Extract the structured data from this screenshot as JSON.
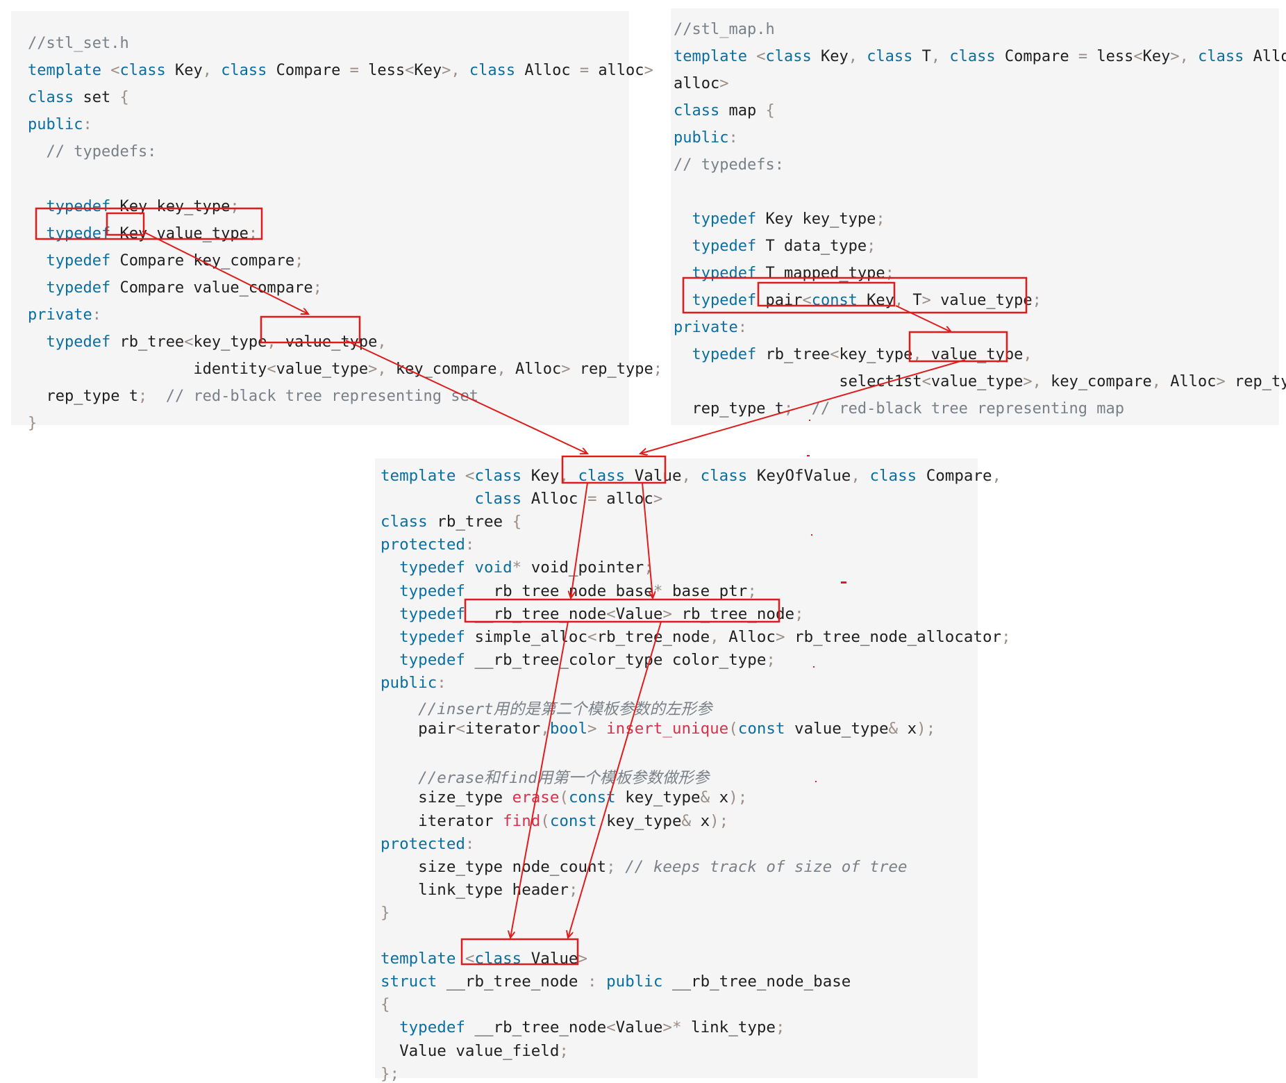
{
  "set_panel": {
    "lines": [
      [
        {
          "t": "//stl_set.h",
          "c": "cm"
        }
      ],
      [
        {
          "t": "template ",
          "c": "kw"
        },
        {
          "t": "<",
          "c": "pn"
        },
        {
          "t": "class",
          "c": "kw"
        },
        {
          "t": " Key",
          "c": "tx"
        },
        {
          "t": ", ",
          "c": "pn"
        },
        {
          "t": "class",
          "c": "kw"
        },
        {
          "t": " Compare ",
          "c": "tx"
        },
        {
          "t": "=",
          "c": "pn"
        },
        {
          "t": " less",
          "c": "tx"
        },
        {
          "t": "<",
          "c": "pn"
        },
        {
          "t": "Key",
          "c": "tx"
        },
        {
          "t": ">, ",
          "c": "pn"
        },
        {
          "t": "class",
          "c": "kw"
        },
        {
          "t": " Alloc ",
          "c": "tx"
        },
        {
          "t": "=",
          "c": "pn"
        },
        {
          "t": " alloc",
          "c": "tx"
        },
        {
          "t": ">",
          "c": "pn"
        }
      ],
      [
        {
          "t": "class",
          "c": "kw"
        },
        {
          "t": " set ",
          "c": "tx"
        },
        {
          "t": "{",
          "c": "pn"
        }
      ],
      [
        {
          "t": "public",
          "c": "kw"
        },
        {
          "t": ":",
          "c": "pn"
        }
      ],
      [
        {
          "t": "  // typedefs:",
          "c": "cm"
        }
      ],
      [],
      [
        {
          "t": "  typedef",
          "c": "kw"
        },
        {
          "t": " Key key_type",
          "c": "tx"
        },
        {
          "t": ";",
          "c": "pn"
        }
      ],
      [
        {
          "t": "  typedef",
          "c": "kw"
        },
        {
          "t": " Key value_type",
          "c": "tx"
        },
        {
          "t": ";",
          "c": "pn"
        }
      ],
      [
        {
          "t": "  typedef",
          "c": "kw"
        },
        {
          "t": " Compare key_compare",
          "c": "tx"
        },
        {
          "t": ";",
          "c": "pn"
        }
      ],
      [
        {
          "t": "  typedef",
          "c": "kw"
        },
        {
          "t": " Compare value_compare",
          "c": "tx"
        },
        {
          "t": ";",
          "c": "pn"
        }
      ],
      [
        {
          "t": "private",
          "c": "kw"
        },
        {
          "t": ":",
          "c": "pn"
        }
      ],
      [
        {
          "t": "  typedef",
          "c": "kw"
        },
        {
          "t": " rb_tree",
          "c": "tx"
        },
        {
          "t": "<",
          "c": "pn"
        },
        {
          "t": "key_type",
          "c": "tx"
        },
        {
          "t": ", ",
          "c": "pn"
        },
        {
          "t": "value_type",
          "c": "tx"
        },
        {
          "t": ",",
          "c": "pn"
        }
      ],
      [
        {
          "t": "                  identity",
          "c": "tx"
        },
        {
          "t": "<",
          "c": "pn"
        },
        {
          "t": "value_type",
          "c": "tx"
        },
        {
          "t": ">, ",
          "c": "pn"
        },
        {
          "t": "key_compare",
          "c": "tx"
        },
        {
          "t": ", ",
          "c": "pn"
        },
        {
          "t": "Alloc",
          "c": "tx"
        },
        {
          "t": ">",
          "c": "pn"
        },
        {
          "t": " rep_type",
          "c": "tx"
        },
        {
          "t": ";",
          "c": "pn"
        }
      ],
      [
        {
          "t": "  rep_type t",
          "c": "tx"
        },
        {
          "t": ";",
          "c": "pn"
        },
        {
          "t": "  // red-black tree representing set",
          "c": "cm"
        }
      ],
      [
        {
          "t": "}",
          "c": "pn"
        }
      ]
    ]
  },
  "map_panel": {
    "lines": [
      [
        {
          "t": "//stl_map.h",
          "c": "cm"
        }
      ],
      [
        {
          "t": "template ",
          "c": "kw"
        },
        {
          "t": "<",
          "c": "pn"
        },
        {
          "t": "class",
          "c": "kw"
        },
        {
          "t": " Key",
          "c": "tx"
        },
        {
          "t": ", ",
          "c": "pn"
        },
        {
          "t": "class",
          "c": "kw"
        },
        {
          "t": " T",
          "c": "tx"
        },
        {
          "t": ", ",
          "c": "pn"
        },
        {
          "t": "class",
          "c": "kw"
        },
        {
          "t": " Compare ",
          "c": "tx"
        },
        {
          "t": "=",
          "c": "pn"
        },
        {
          "t": " less",
          "c": "tx"
        },
        {
          "t": "<",
          "c": "pn"
        },
        {
          "t": "Key",
          "c": "tx"
        },
        {
          "t": ">, ",
          "c": "pn"
        },
        {
          "t": "class",
          "c": "kw"
        },
        {
          "t": " Alloc ",
          "c": "tx"
        },
        {
          "t": "=",
          "c": "pn"
        }
      ],
      [
        {
          "t": "alloc",
          "c": "tx"
        },
        {
          "t": ">",
          "c": "pn"
        }
      ],
      [
        {
          "t": "class",
          "c": "kw"
        },
        {
          "t": " map ",
          "c": "tx"
        },
        {
          "t": "{",
          "c": "pn"
        }
      ],
      [
        {
          "t": "public",
          "c": "kw"
        },
        {
          "t": ":",
          "c": "pn"
        }
      ],
      [
        {
          "t": "// typedefs:",
          "c": "cm"
        }
      ],
      [],
      [
        {
          "t": "  typedef",
          "c": "kw"
        },
        {
          "t": " Key key_type",
          "c": "tx"
        },
        {
          "t": ";",
          "c": "pn"
        }
      ],
      [
        {
          "t": "  typedef",
          "c": "kw"
        },
        {
          "t": " T data_type",
          "c": "tx"
        },
        {
          "t": ";",
          "c": "pn"
        }
      ],
      [
        {
          "t": "  typedef",
          "c": "kw"
        },
        {
          "t": " T mapped_type",
          "c": "tx"
        },
        {
          "t": ";",
          "c": "pn"
        }
      ],
      [
        {
          "t": "  typedef",
          "c": "kw"
        },
        {
          "t": " pair",
          "c": "tx"
        },
        {
          "t": "<",
          "c": "pn"
        },
        {
          "t": "const",
          "c": "kw"
        },
        {
          "t": " Key",
          "c": "tx"
        },
        {
          "t": ", ",
          "c": "pn"
        },
        {
          "t": "T",
          "c": "tx"
        },
        {
          "t": ">",
          "c": "pn"
        },
        {
          "t": " value_type",
          "c": "tx"
        },
        {
          "t": ";",
          "c": "pn"
        }
      ],
      [
        {
          "t": "private",
          "c": "kw"
        },
        {
          "t": ":",
          "c": "pn"
        }
      ],
      [
        {
          "t": "  typedef",
          "c": "kw"
        },
        {
          "t": " rb_tree",
          "c": "tx"
        },
        {
          "t": "<",
          "c": "pn"
        },
        {
          "t": "key_type",
          "c": "tx"
        },
        {
          "t": ", ",
          "c": "pn"
        },
        {
          "t": "value_type",
          "c": "tx"
        },
        {
          "t": ",",
          "c": "pn"
        }
      ],
      [
        {
          "t": "                  select1st",
          "c": "tx"
        },
        {
          "t": "<",
          "c": "pn"
        },
        {
          "t": "value_type",
          "c": "tx"
        },
        {
          "t": ">, ",
          "c": "pn"
        },
        {
          "t": "key_compare",
          "c": "tx"
        },
        {
          "t": ", ",
          "c": "pn"
        },
        {
          "t": "Alloc",
          "c": "tx"
        },
        {
          "t": ">",
          "c": "pn"
        },
        {
          "t": " rep_type",
          "c": "tx"
        },
        {
          "t": ";",
          "c": "pn"
        }
      ],
      [
        {
          "t": "  rep_type t",
          "c": "tx"
        },
        {
          "t": ";",
          "c": "pn"
        },
        {
          "t": "  // red-black tree representing map",
          "c": "cm"
        }
      ]
    ]
  },
  "tree_panel": {
    "lines": [
      [
        {
          "t": "template ",
          "c": "kw"
        },
        {
          "t": "<",
          "c": "pn"
        },
        {
          "t": "class",
          "c": "kw"
        },
        {
          "t": " Key",
          "c": "tx"
        },
        {
          "t": ", ",
          "c": "pn"
        },
        {
          "t": "class",
          "c": "kw"
        },
        {
          "t": " Value",
          "c": "tx"
        },
        {
          "t": ", ",
          "c": "pn"
        },
        {
          "t": "class",
          "c": "kw"
        },
        {
          "t": " KeyOfValue",
          "c": "tx"
        },
        {
          "t": ", ",
          "c": "pn"
        },
        {
          "t": "class",
          "c": "kw"
        },
        {
          "t": " Compare",
          "c": "tx"
        },
        {
          "t": ",",
          "c": "pn"
        }
      ],
      [
        {
          "t": "          class",
          "c": "kw"
        },
        {
          "t": " Alloc ",
          "c": "tx"
        },
        {
          "t": "=",
          "c": "pn"
        },
        {
          "t": " alloc",
          "c": "tx"
        },
        {
          "t": ">",
          "c": "pn"
        }
      ],
      [
        {
          "t": "class",
          "c": "kw"
        },
        {
          "t": " rb_tree ",
          "c": "tx"
        },
        {
          "t": "{",
          "c": "pn"
        }
      ],
      [
        {
          "t": "protected",
          "c": "kw"
        },
        {
          "t": ":",
          "c": "pn"
        }
      ],
      [
        {
          "t": "  typedef",
          "c": "kw"
        },
        {
          "t": " void",
          "c": "kw"
        },
        {
          "t": "*",
          "c": "pn"
        },
        {
          "t": " void_pointer",
          "c": "tx"
        },
        {
          "t": ";",
          "c": "pn"
        }
      ],
      [
        {
          "t": "  typedef",
          "c": "kw"
        },
        {
          "t": " __rb_tree_node_base",
          "c": "tx"
        },
        {
          "t": "*",
          "c": "pn"
        },
        {
          "t": " base_ptr",
          "c": "tx"
        },
        {
          "t": ";",
          "c": "pn"
        }
      ],
      [
        {
          "t": "  typedef",
          "c": "kw"
        },
        {
          "t": " __rb_tree_node",
          "c": "tx"
        },
        {
          "t": "<",
          "c": "pn"
        },
        {
          "t": "Value",
          "c": "tx"
        },
        {
          "t": ">",
          "c": "pn"
        },
        {
          "t": " rb_tree_node",
          "c": "tx"
        },
        {
          "t": ";",
          "c": "pn"
        }
      ],
      [
        {
          "t": "  typedef",
          "c": "kw"
        },
        {
          "t": " simple_alloc",
          "c": "tx"
        },
        {
          "t": "<",
          "c": "pn"
        },
        {
          "t": "rb_tree_node",
          "c": "tx"
        },
        {
          "t": ", ",
          "c": "pn"
        },
        {
          "t": "Alloc",
          "c": "tx"
        },
        {
          "t": ">",
          "c": "pn"
        },
        {
          "t": " rb_tree_node_allocator",
          "c": "tx"
        },
        {
          "t": ";",
          "c": "pn"
        }
      ],
      [
        {
          "t": "  typedef",
          "c": "kw"
        },
        {
          "t": " __rb_tree_color_type color_type",
          "c": "tx"
        },
        {
          "t": ";",
          "c": "pn"
        }
      ],
      [
        {
          "t": "public",
          "c": "kw"
        },
        {
          "t": ":",
          "c": "pn"
        }
      ],
      [
        {
          "t": "    //insert用的是第二个模板参数的左形参",
          "c": "cm-i"
        }
      ],
      [
        {
          "t": "    pair",
          "c": "tx"
        },
        {
          "t": "<",
          "c": "pn"
        },
        {
          "t": "iterator",
          "c": "tx"
        },
        {
          "t": ",",
          "c": "pn"
        },
        {
          "t": "bool",
          "c": "kw"
        },
        {
          "t": "> ",
          "c": "pn"
        },
        {
          "t": "insert_unique",
          "c": "fn"
        },
        {
          "t": "(",
          "c": "pn"
        },
        {
          "t": "const",
          "c": "kw"
        },
        {
          "t": " value_type",
          "c": "tx"
        },
        {
          "t": "&",
          "c": "pn"
        },
        {
          "t": " x",
          "c": "tx"
        },
        {
          "t": ");",
          "c": "pn"
        }
      ],
      [],
      [
        {
          "t": "    //erase和find用第一个模板参数做形参",
          "c": "cm-i"
        }
      ],
      [
        {
          "t": "    size_type ",
          "c": "tx"
        },
        {
          "t": "erase",
          "c": "fn"
        },
        {
          "t": "(",
          "c": "pn"
        },
        {
          "t": "const",
          "c": "kw"
        },
        {
          "t": " key_type",
          "c": "tx"
        },
        {
          "t": "&",
          "c": "pn"
        },
        {
          "t": " x",
          "c": "tx"
        },
        {
          "t": ");",
          "c": "pn"
        }
      ],
      [
        {
          "t": "    iterator ",
          "c": "tx"
        },
        {
          "t": "find",
          "c": "fn"
        },
        {
          "t": "(",
          "c": "pn"
        },
        {
          "t": "const",
          "c": "kw"
        },
        {
          "t": " key_type",
          "c": "tx"
        },
        {
          "t": "&",
          "c": "pn"
        },
        {
          "t": " x",
          "c": "tx"
        },
        {
          "t": ");",
          "c": "pn"
        }
      ],
      [
        {
          "t": "protected",
          "c": "kw"
        },
        {
          "t": ":",
          "c": "pn"
        }
      ],
      [
        {
          "t": "    size_type node_count",
          "c": "tx"
        },
        {
          "t": ";",
          "c": "pn"
        },
        {
          "t": " // keeps track of size of tree",
          "c": "cm-i"
        }
      ],
      [
        {
          "t": "    link_type header",
          "c": "tx"
        },
        {
          "t": ";",
          "c": "pn"
        }
      ],
      [
        {
          "t": "}",
          "c": "pn"
        }
      ],
      [],
      [
        {
          "t": "template ",
          "c": "kw"
        },
        {
          "t": "<",
          "c": "pn"
        },
        {
          "t": "class",
          "c": "kw"
        },
        {
          "t": " Value",
          "c": "tx"
        },
        {
          "t": ">",
          "c": "pn"
        }
      ],
      [
        {
          "t": "struct",
          "c": "kw"
        },
        {
          "t": " __rb_tree_node ",
          "c": "tx"
        },
        {
          "t": ":",
          "c": "pn"
        },
        {
          "t": " public",
          "c": "kw"
        },
        {
          "t": " __rb_tree_node_base",
          "c": "tx"
        }
      ],
      [
        {
          "t": "{",
          "c": "pn"
        }
      ],
      [
        {
          "t": "  typedef",
          "c": "kw"
        },
        {
          "t": " __rb_tree_node",
          "c": "tx"
        },
        {
          "t": "<",
          "c": "pn"
        },
        {
          "t": "Value",
          "c": "tx"
        },
        {
          "t": ">*",
          "c": "pn"
        },
        {
          "t": " link_type",
          "c": "tx"
        },
        {
          "t": ";",
          "c": "pn"
        }
      ],
      [
        {
          "t": "  Value value_field",
          "c": "tx"
        },
        {
          "t": ";",
          "c": "pn"
        }
      ],
      [
        {
          "t": "};",
          "c": "pn"
        }
      ]
    ]
  }
}
